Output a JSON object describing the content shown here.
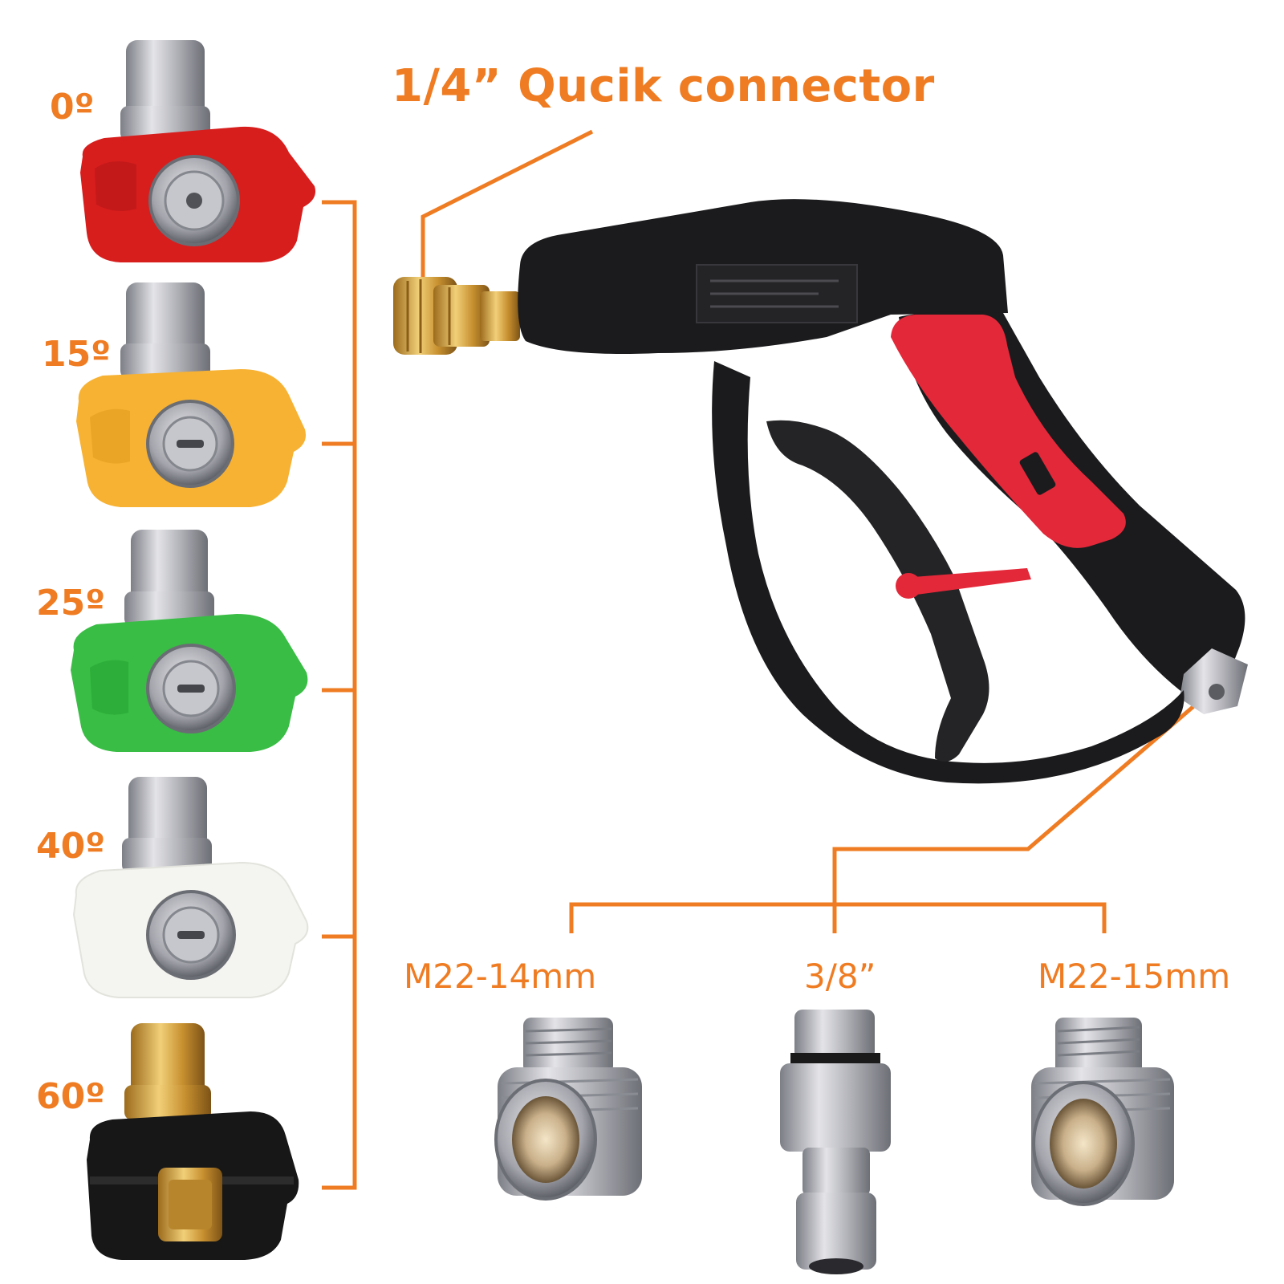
{
  "title": "1/4” Qucik connector",
  "nozzles": [
    {
      "angle": "0º",
      "color": "#d81d1d"
    },
    {
      "angle": "15º",
      "color": "#f7b233"
    },
    {
      "angle": "25º",
      "color": "#39bd45"
    },
    {
      "angle": "40º",
      "color": "#f4f4f0"
    },
    {
      "angle": "60º",
      "color": "#171717"
    }
  ],
  "fittings": [
    {
      "label": "M22-14mm"
    },
    {
      "label": "3/8”"
    },
    {
      "label": "M22-15mm"
    }
  ],
  "colors": {
    "accent": "#ef7c22",
    "gun_body": "#1b1b1d",
    "grip": "#e32839",
    "brass": "#d9a43d",
    "steel": "#b8b8bd"
  }
}
